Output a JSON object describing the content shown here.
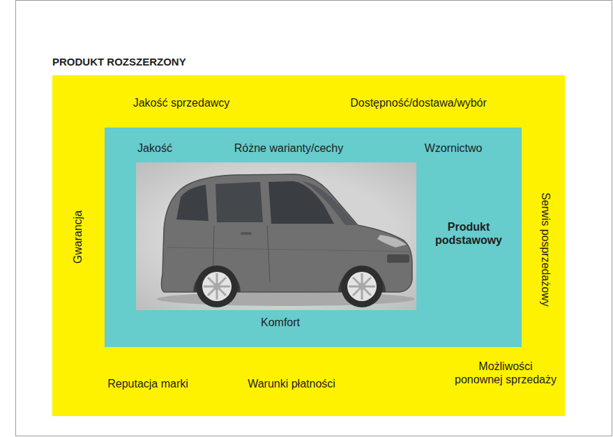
{
  "diagram": {
    "nodes": [
      {
        "text": [
          "PRODUKT ROZSZERZONY",
          "Jakość sprzedawcy",
          "Dostępność/dostawa/wybór",
          "Gwarancja",
          "Serwis posprzedażowy",
          "Reputacja marki",
          "Warunki płatności",
          "Możliwości ponownej sprzedaży"
        ]
      },
      {
        "text": [
          "Jakość",
          "Różne warianty/cechy",
          "Wzornictwo",
          "Produkt podstawowy",
          "Komfort"
        ],
        "in": 0
      }
    ]
  }
}
